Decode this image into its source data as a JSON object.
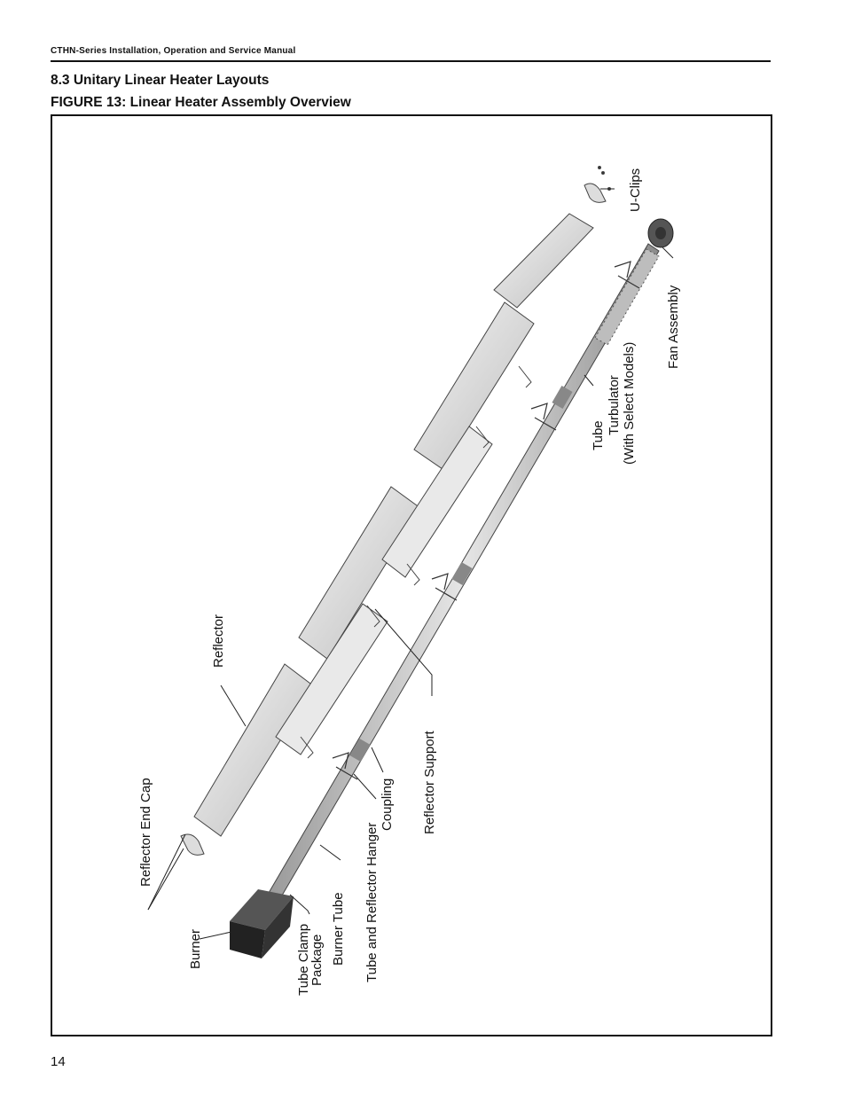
{
  "header": {
    "running_title": "CTHN-Series Installation, Operation and Service Manual"
  },
  "section": {
    "title": "8.3 Unitary Linear Heater Layouts"
  },
  "figure": {
    "title": "FIGURE 13: Linear Heater Assembly Overview",
    "labels": {
      "reflector_end_cap": "Reflector End Cap",
      "reflector": "Reflector",
      "burner": "Burner",
      "tube_clamp_line1": "Tube Clamp",
      "tube_clamp_line2": "Package",
      "burner_tube": "Burner Tube",
      "tube_reflector_hanger": "Tube and Reflector Hanger",
      "coupling": "Coupling",
      "reflector_support": "Reflector Support",
      "tube": "Tube",
      "turbulator_line1": "Turbulator",
      "turbulator_line2": "(With Select Models)",
      "fan_assembly": "Fan Assembly",
      "u_clips": "U-Clips"
    }
  },
  "footer": {
    "page_number": "14"
  }
}
